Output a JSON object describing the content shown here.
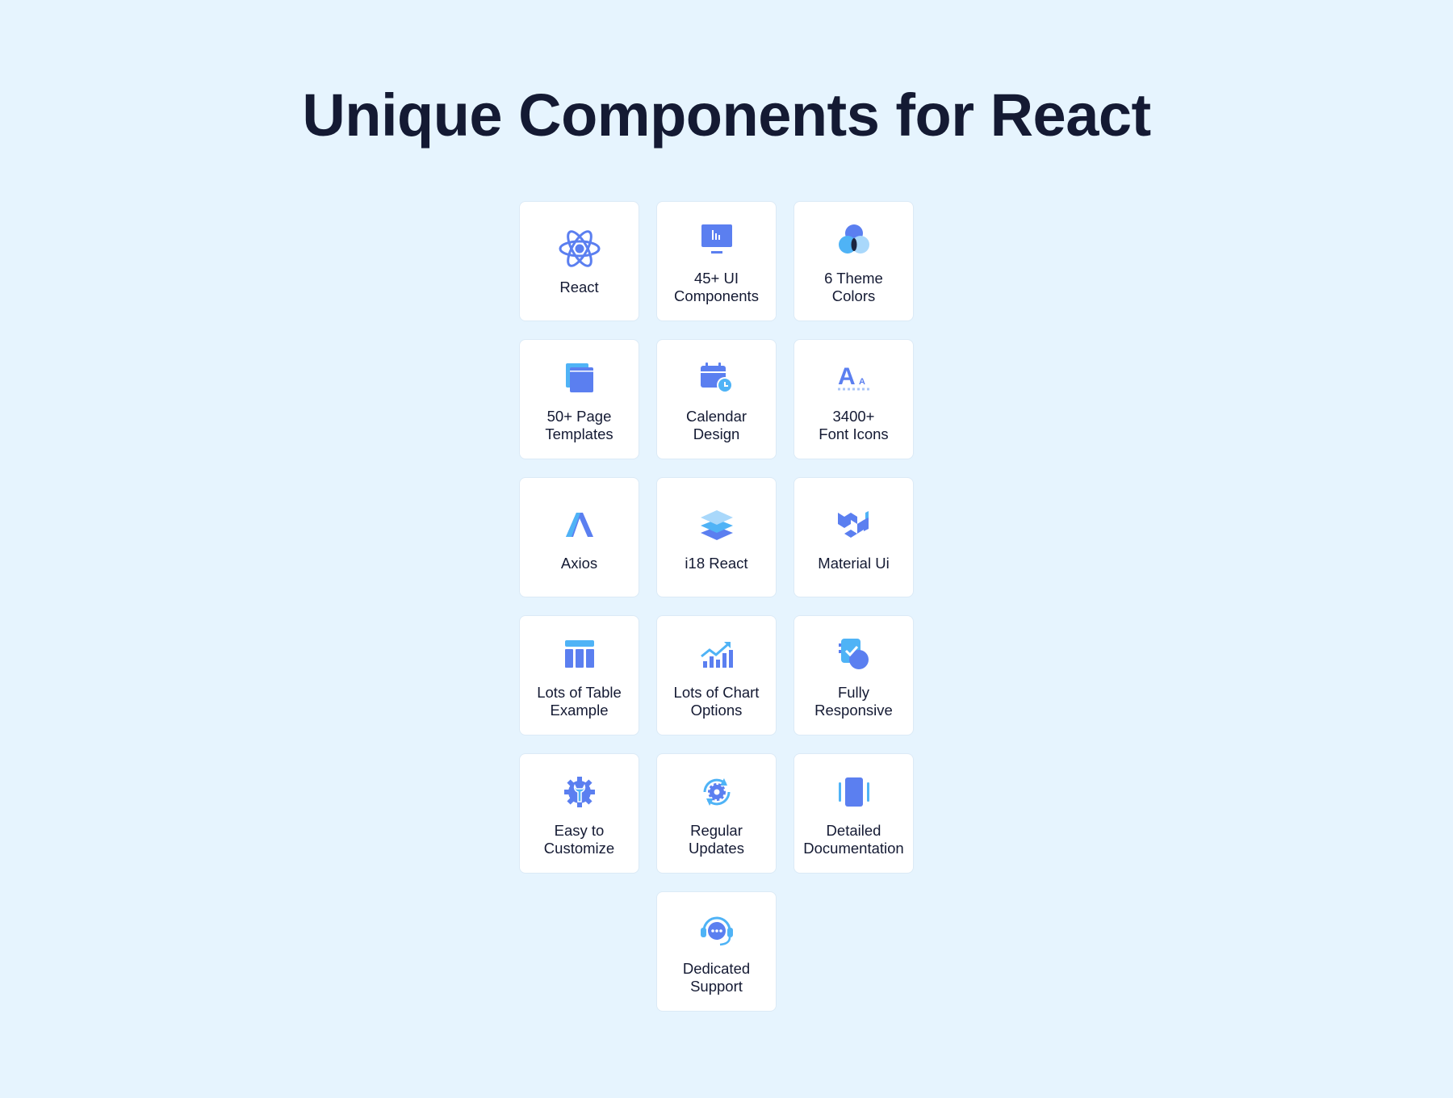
{
  "title": "Unique Components for React",
  "colors": {
    "primary": "#5b7ff0",
    "secondary": "#4fb3f6",
    "background": "#e6f4fe"
  },
  "features": [
    {
      "label": "React",
      "icon": "react-atom-icon"
    },
    {
      "label": "45+ UI\nComponents",
      "icon": "monitor-chart-icon"
    },
    {
      "label": "6 Theme\nColors",
      "icon": "color-circles-icon"
    },
    {
      "label": "50+ Page\nTemplates",
      "icon": "page-windows-icon"
    },
    {
      "label": "Calendar\nDesign",
      "icon": "calendar-clock-icon"
    },
    {
      "label": "3400+\nFont Icons",
      "icon": "font-size-icon"
    },
    {
      "label": "Axios",
      "icon": "axios-logo-icon"
    },
    {
      "label": "i18 React",
      "icon": "layers-icon"
    },
    {
      "label": "Material Ui",
      "icon": "material-ui-logo-icon"
    },
    {
      "label": "Lots of Table\nExample",
      "icon": "table-icon"
    },
    {
      "label": "Lots of Chart\nOptions",
      "icon": "chart-trend-icon"
    },
    {
      "label": "Fully\nResponsive",
      "icon": "responsive-device-icon"
    },
    {
      "label": "Easy to\nCustomize",
      "icon": "gear-wrench-icon"
    },
    {
      "label": "Regular\nUpdates",
      "icon": "refresh-gear-icon"
    },
    {
      "label": "Detailed\nDocumentation",
      "icon": "document-icon"
    },
    {
      "label": "Dedicated\nSupport",
      "icon": "headset-chat-icon"
    }
  ]
}
